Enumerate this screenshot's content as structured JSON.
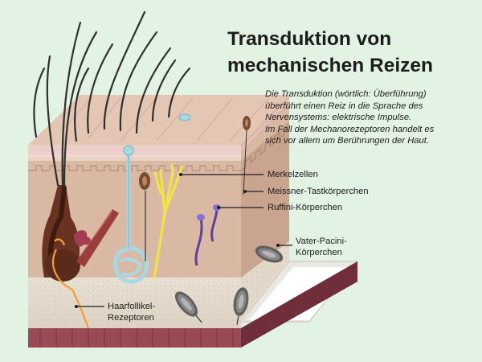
{
  "title_lines": [
    "Transduktion von",
    "mechanischen Reizen"
  ],
  "description_lines": [
    "Die Transduktion (wörtlich: Überführung)",
    "überführt einen Reiz in die Sprache des",
    "Nervensystems: elektrische Impulse.",
    "Im Fall der Mechanorezeptoren handelt es",
    "sich vor allem um Berührungen der Haut."
  ],
  "labels": {
    "merkel": "Merkelzellen",
    "meissner": "Meissner-Tastkörperchen",
    "ruffini": "Ruffini-Körperchen",
    "pacini": [
      "Vater-Pacini-",
      "Körperchen"
    ],
    "haarfollikel": [
      "Haarfollikel-",
      "Rezeptoren"
    ]
  },
  "colors": {
    "background": "#e3f3e3",
    "dermis": "#d7b59f",
    "epidermis": "#e6cdb8",
    "subcutis": "#e8e0d4",
    "muscle": "#8a3c48",
    "merkel_nerve": "#f2e24a",
    "meissner": "#a9d8e4",
    "ruffini": "#5e3f9c",
    "hair_receptor": "#f2a036"
  }
}
